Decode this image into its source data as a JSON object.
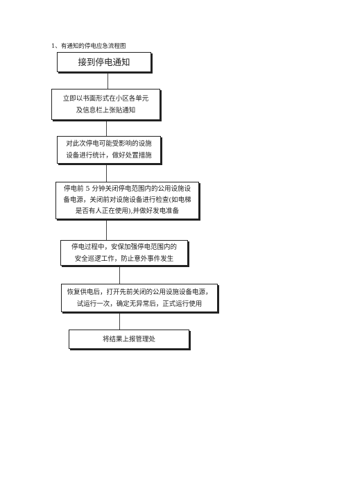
{
  "heading": "1、有通知的停电应急流程图",
  "steps": [
    {
      "lines": [
        "接到停电通知"
      ]
    },
    {
      "lines": [
        "立即以书面形式在小区各单元",
        "及信息栏上张贴通知"
      ]
    },
    {
      "lines": [
        "对此次停电可能受影响的设施",
        "设备进行统计，做好处置措施"
      ]
    },
    {
      "lines": [
        "停电前 5 分钟关闭停电范围内的公用设施设",
        "备电源，关闭前对设施设备进行检查(如电梯",
        "是否有人正在使用),并做好发电准备"
      ]
    },
    {
      "lines": [
        "停电过程中，安保加强停电范围内的",
        "安全巡逻工作，防止意外事件发生"
      ]
    },
    {
      "lines": [
        "恢复供电后，打开先前关闭的公用设施设备电源，",
        "试运行一次，确定无异常后，正式运行使用"
      ]
    },
    {
      "lines": [
        "将结果上报管理处"
      ]
    }
  ]
}
